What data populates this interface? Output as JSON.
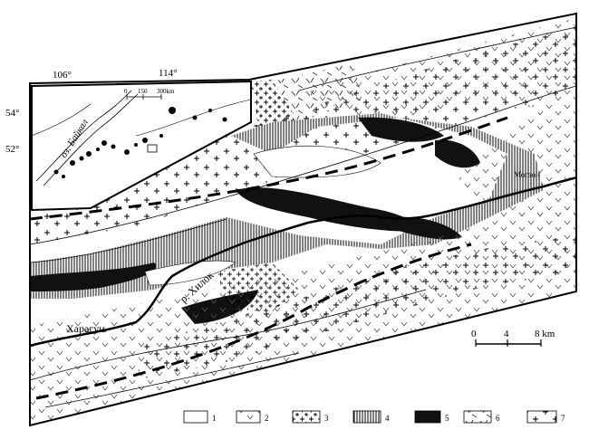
{
  "inset": {
    "coords_top": [
      "106°",
      "114°"
    ],
    "coords_left": [
      "54°",
      "52°"
    ],
    "scale_labels": [
      "0",
      "150",
      "300km"
    ],
    "lake_label": "оз. Байкал"
  },
  "map_labels": {
    "river": "р. Хилок",
    "town_west": "Харагун",
    "town_east": "Могзон"
  },
  "scale_bar": {
    "labels": [
      "0",
      "4",
      "8 km"
    ]
  },
  "legend": {
    "items": [
      {
        "num": "1",
        "pattern": "blank"
      },
      {
        "num": "2",
        "pattern": "v-marks"
      },
      {
        "num": "3",
        "pattern": "dense-crosses"
      },
      {
        "num": "4",
        "pattern": "vertical-hatch"
      },
      {
        "num": "5",
        "pattern": "black-fill"
      },
      {
        "num": "6",
        "pattern": "dashed-v"
      },
      {
        "num": "7",
        "pattern": "sparse-crosses"
      }
    ]
  }
}
